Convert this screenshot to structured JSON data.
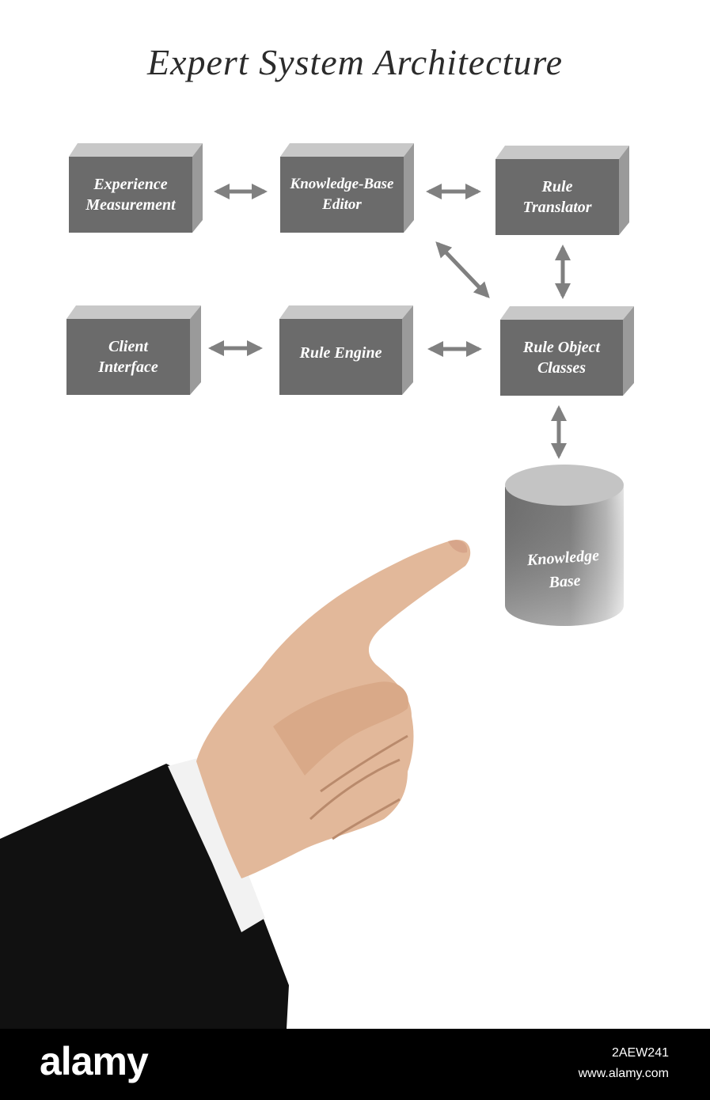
{
  "title": "Expert System Architecture",
  "nodes": {
    "experience_measurement": "Experience\nMeasurement",
    "knowledge_base_editor": "Knowledge-Base\nEditor",
    "rule_translator": "Rule\nTranslator",
    "client_interface": "Client\nInterface",
    "rule_engine": "Rule Engine",
    "rule_object_classes": "Rule Object\nClasses",
    "knowledge_base": "Knowledge\nBase"
  },
  "edges": [
    {
      "from": "Experience Measurement",
      "to": "Knowledge-Base Editor",
      "direction": "both"
    },
    {
      "from": "Knowledge-Base Editor",
      "to": "Rule Translator",
      "direction": "both"
    },
    {
      "from": "Knowledge-Base Editor",
      "to": "Rule Object Classes",
      "direction": "both"
    },
    {
      "from": "Rule Translator",
      "to": "Rule Object Classes",
      "direction": "both"
    },
    {
      "from": "Client Interface",
      "to": "Rule Engine",
      "direction": "both"
    },
    {
      "from": "Rule Engine",
      "to": "Rule Object Classes",
      "direction": "both"
    },
    {
      "from": "Rule Object Classes",
      "to": "Knowledge Base",
      "direction": "both"
    }
  ],
  "colors": {
    "box_front": "#6b6b6b",
    "box_top": "#c8c8c8",
    "box_side": "#9a9a9a",
    "arrow": "#808080",
    "title": "#2b2b2b"
  },
  "watermark": {
    "brand": "alamy",
    "image_id": "2AEW241",
    "site": "www.alamy.com"
  }
}
